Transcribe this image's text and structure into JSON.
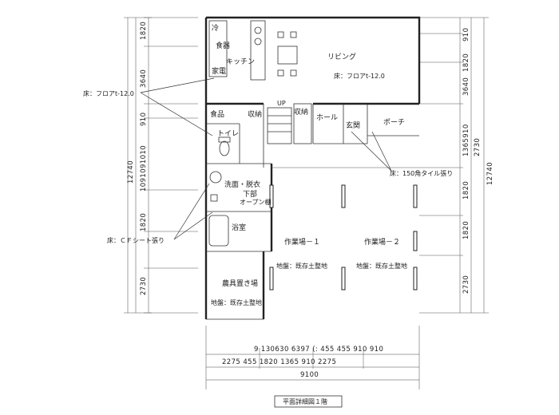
{
  "title": "平面詳細図１階",
  "rooms": {
    "cold": "冷",
    "dish": "食器",
    "kitchen": "キッチン",
    "appliance": "家電",
    "living": "リビング",
    "living_floor": "床：フロアt-12.0",
    "food": "食品",
    "storage1": "収納",
    "toilet": "トイレ",
    "up": "UP",
    "storage2": "収納",
    "hall": "ホール",
    "entrance": "玄関",
    "porch": "ポーチ",
    "wash_line1": "洗面・脱衣",
    "wash_line2": "下部",
    "wash_line3": "オープン棚",
    "bath": "浴室",
    "work1": "作業場－１",
    "work2": "作業場－２",
    "ground1": "地盤：既存土整地",
    "ground2": "地盤：既存土整地",
    "tools": "農具置き場",
    "ground3": "地盤：既存土整地"
  },
  "notes": {
    "floor_left": "床：フロアt-12.0",
    "floor_tile": "床：150角タイル張り",
    "floor_cf": "床：ＣＦシート張り"
  },
  "dims": {
    "left": [
      "1820",
      "3640",
      "910",
      "1091091010",
      "12740",
      "1820",
      "2730"
    ],
    "right": [
      "910",
      "1820",
      "3640",
      "1365910",
      "2730",
      "12740",
      "1820",
      "1820",
      "2730"
    ],
    "bottom_row1": "9 130630 6397 (: 455     455 910 910",
    "bottom_row2": "2275   455 1820      1365 910       2275",
    "bottom_total": "9100"
  }
}
